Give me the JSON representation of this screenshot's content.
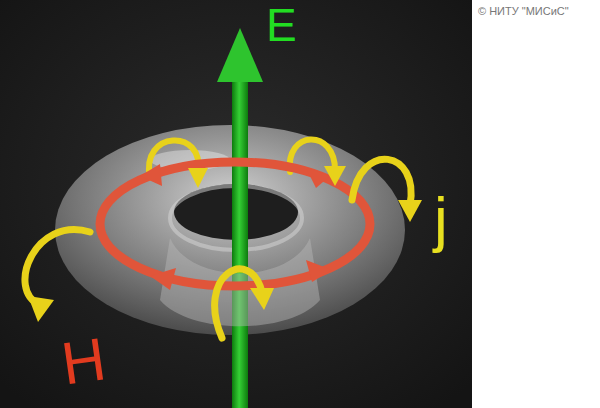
{
  "diagram": {
    "labels": [
      "E",
      "j",
      "H",
      "© НИТУ \"МИСиС\""
    ]
  }
}
